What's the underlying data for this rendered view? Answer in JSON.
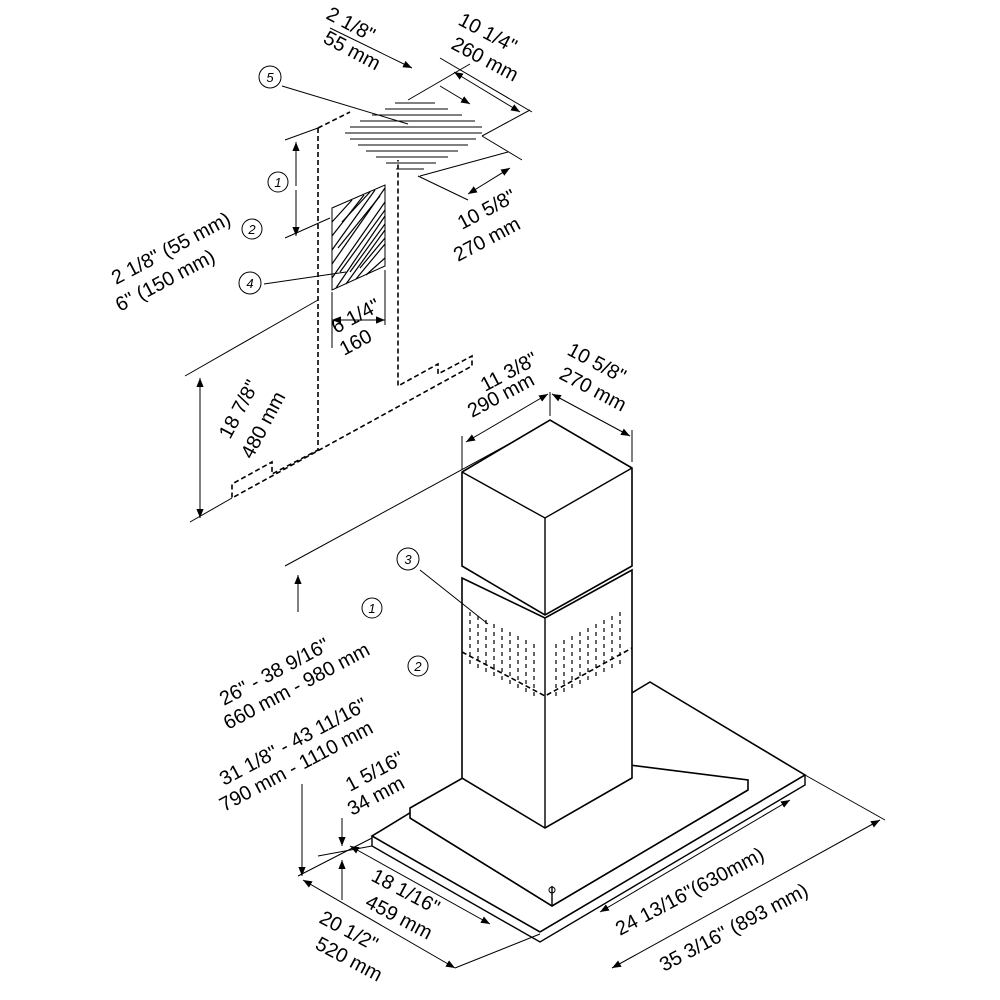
{
  "callouts": {
    "c1": "1",
    "c2": "2",
    "c3": "3",
    "c4": "4",
    "c5": "5"
  },
  "dimensions": {
    "top_depth_imp": "2 1/8\"",
    "top_depth_mm": "55 mm",
    "top_width_imp": "10 1/4\"",
    "top_width_mm": "260 mm",
    "top_right_imp": "10 5/8\"",
    "top_right_mm": "270 mm",
    "side_1": "2 1/8\" (55 mm)",
    "side_2": "6\" (150 mm)",
    "hatch_w_imp": "6 1/4\"",
    "hatch_w_mm": "160",
    "bracket_h_imp": "18 7/8\"",
    "bracket_h_mm": "480 mm",
    "chimney_l_imp": "11 3/8\"",
    "chimney_l_mm": "290 mm",
    "chimney_r_imp": "10 5/8\"",
    "chimney_r_mm": "270 mm",
    "height_1_imp": "26\" - 38 9/16\"",
    "height_1_mm": "660 mm - 980 mm",
    "height_2_imp": "31 1/8\" - 43 11/16\"",
    "height_2_mm": "790 mm - 1110 mm",
    "canopy_h_imp": "1 5/16\"",
    "canopy_h_mm": "34 mm",
    "depth_in_imp": "18 1/16\"",
    "depth_in_mm": "459 mm",
    "depth_out_imp": "20 1/2\"",
    "depth_out_mm": "520 mm",
    "width_in": "24 13/16\"(630mm)",
    "width_out": "35 3/16\" (893 mm)"
  }
}
